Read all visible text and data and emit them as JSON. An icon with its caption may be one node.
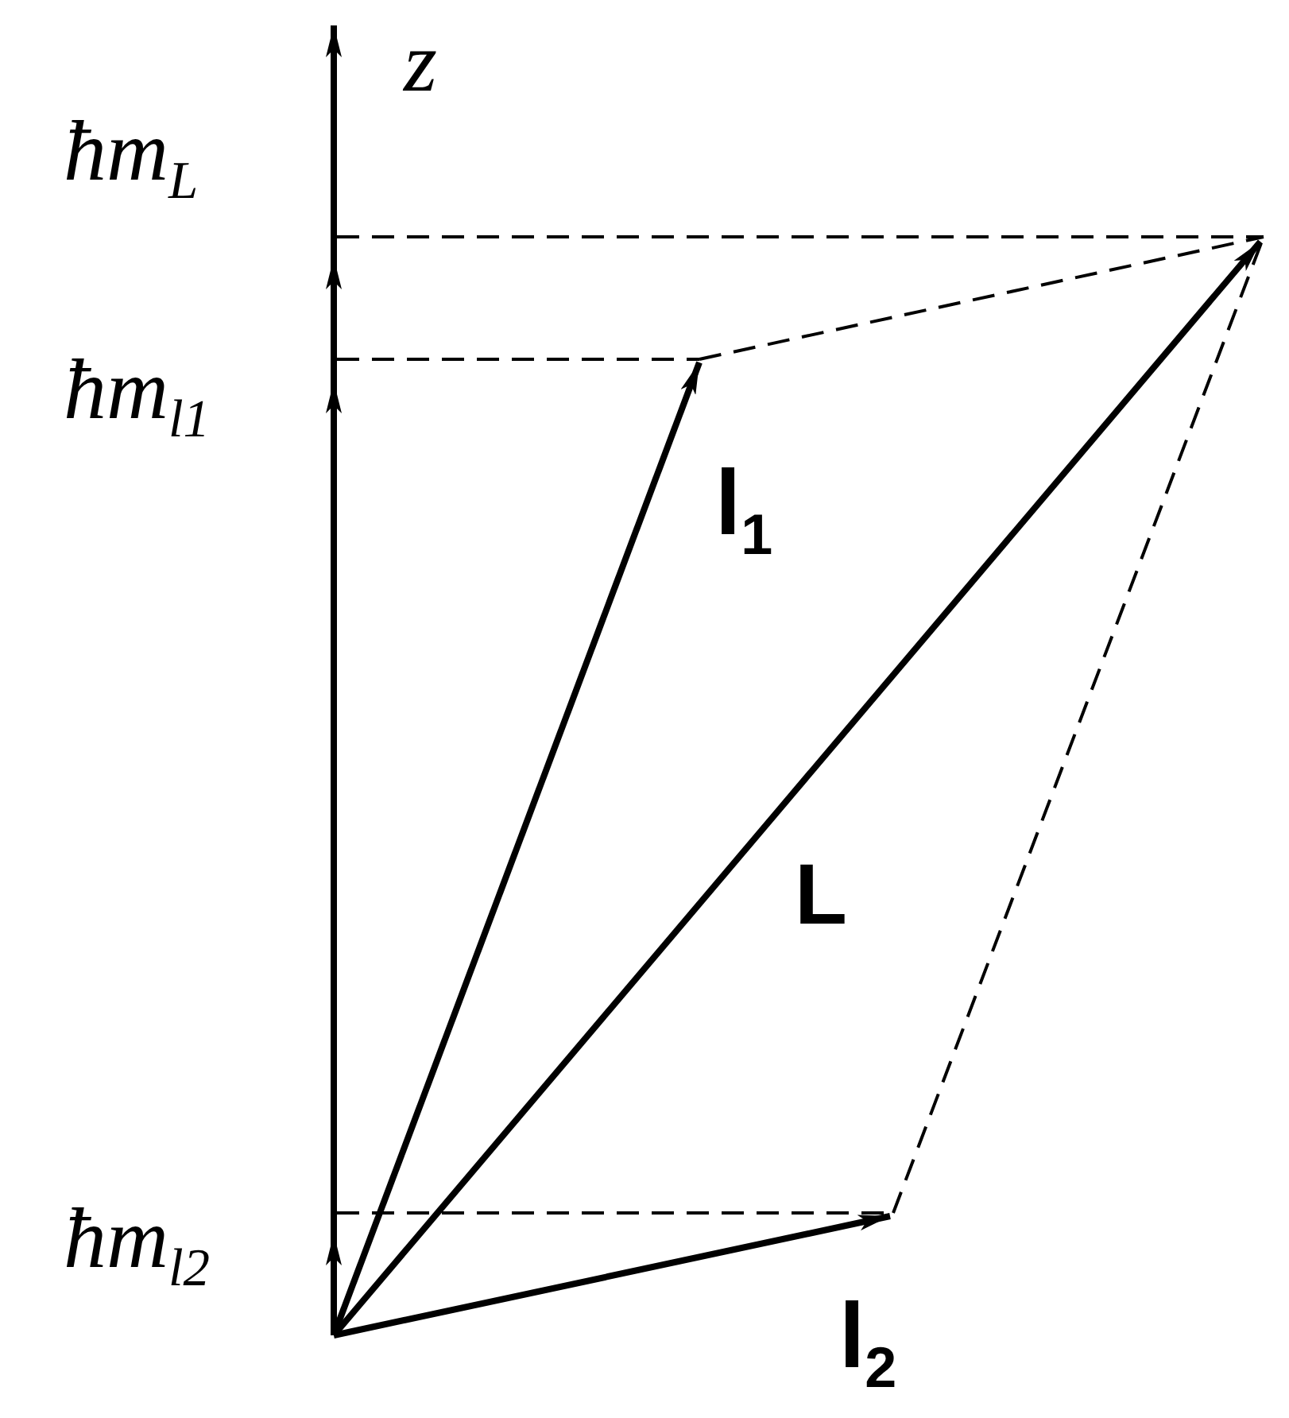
{
  "diagram": {
    "labels": [
      "z",
      "ħm$_{L}$",
      "ħm$_{l1}$",
      "l$_{1}$",
      "L",
      "ħm$_{l2}$",
      "l$_{2}$"
    ]
  }
}
